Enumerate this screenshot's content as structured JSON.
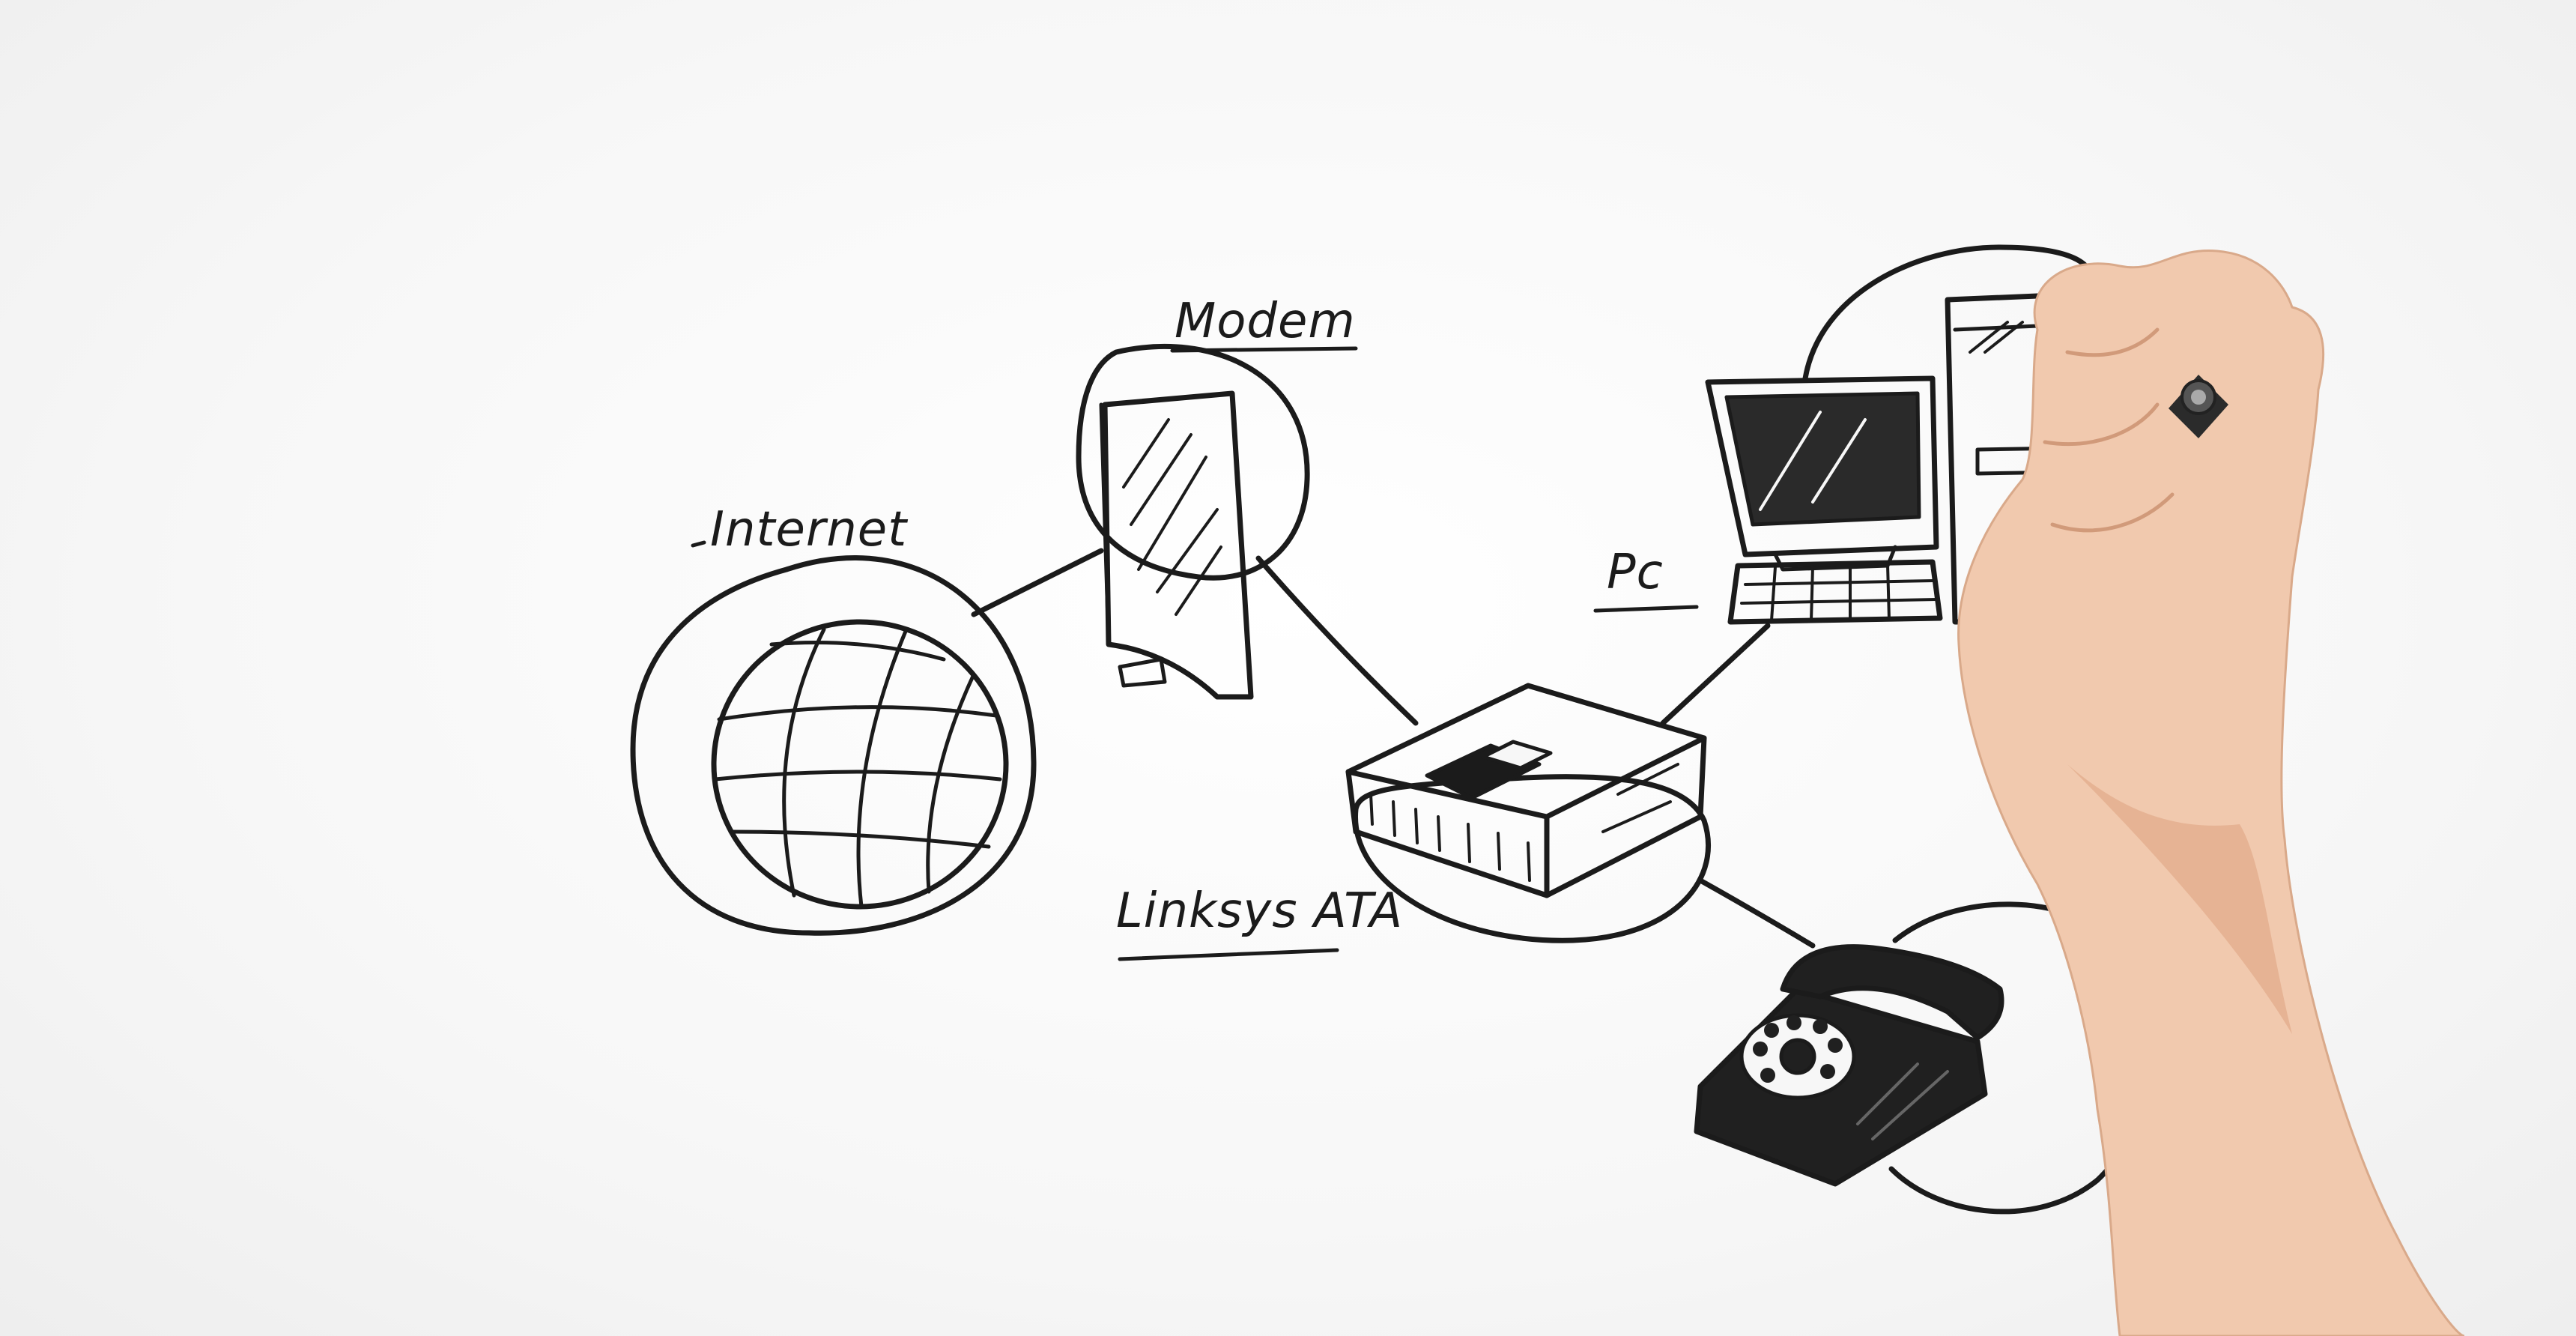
{
  "diagram": {
    "nodes": [
      {
        "id": "internet",
        "label": "Internet",
        "icon": "globe-icon"
      },
      {
        "id": "modem",
        "label": "Modem",
        "icon": "modem-icon"
      },
      {
        "id": "ata",
        "label": "Linksys ATA",
        "icon": "router-box-icon"
      },
      {
        "id": "pc",
        "label": "Pc",
        "icon": "desktop-computer-icon"
      },
      {
        "id": "phone",
        "label": "",
        "icon": "rotary-telephone-icon"
      }
    ],
    "edges": [
      {
        "from": "internet",
        "to": "modem"
      },
      {
        "from": "modem",
        "to": "ata"
      },
      {
        "from": "ata",
        "to": "pc"
      },
      {
        "from": "ata",
        "to": "phone"
      }
    ],
    "style": {
      "ink_color": "#1b1b1b",
      "background": "#f7f7f7",
      "decoration": "hand-holding-marker"
    }
  }
}
